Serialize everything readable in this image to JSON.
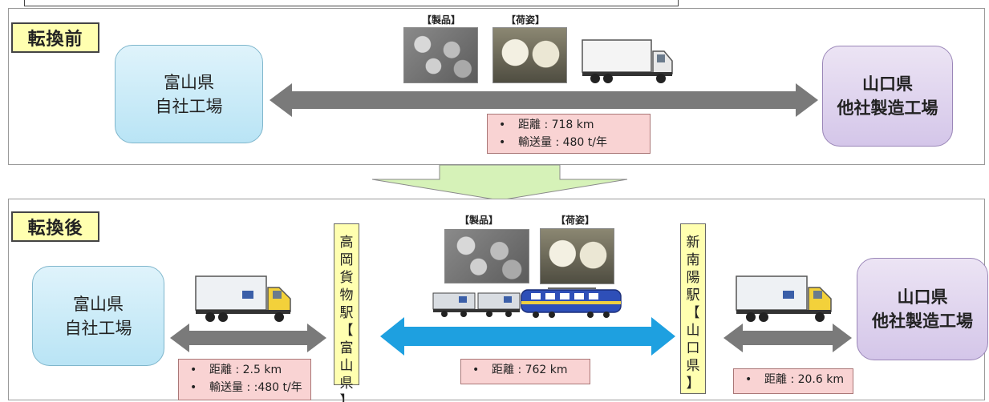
{
  "before": {
    "tag": "転換前",
    "origin": {
      "line1": "富山県",
      "line2": "自社工場"
    },
    "destination": {
      "line1": "山口県",
      "line2": "他社製造工場"
    },
    "photo_labels": {
      "product": "【製品】",
      "packing": "【荷姿】"
    },
    "info": {
      "bullet": "•",
      "distance": "距離 : 718 km",
      "volume": "輸送量 : 480 t/年"
    }
  },
  "after": {
    "tag": "転換後",
    "origin": {
      "line1": "富山県",
      "line2": "自社工場"
    },
    "destination": {
      "line1": "山口県",
      "line2": "他社製造工場"
    },
    "photo_labels": {
      "product": "【製品】",
      "packing": "【荷姿】"
    },
    "station_origin": [
      "高",
      "岡",
      "貨",
      "物",
      "駅",
      "【",
      "富",
      "山",
      "県",
      "】"
    ],
    "station_destination": [
      "新",
      "南",
      "陽",
      "駅",
      "【",
      "山",
      "口",
      "県",
      "】"
    ],
    "info_truck_origin": {
      "bullet": "•",
      "distance": "距離 : 2.5 km",
      "volume": "輸送量 : :480 t/年"
    },
    "info_rail": {
      "bullet": "•",
      "distance": "距離 : 762 km"
    },
    "info_truck_destination": {
      "bullet": "•",
      "distance": "距離 : 20.6 km"
    }
  },
  "colors": {
    "truck_arrow": "#7a7a7a",
    "rail_arrow": "#1ea0e0",
    "transition_arrow": "#d6f2b8",
    "info_bg": "#f9d3d3",
    "station_bg": "#ffffb0"
  }
}
